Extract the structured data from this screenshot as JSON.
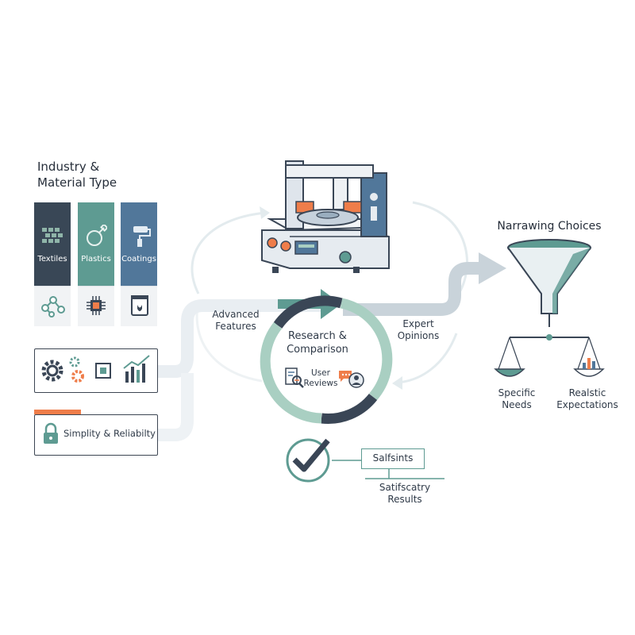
{
  "industry": {
    "heading_line1": "Industry &",
    "heading_line2": "Material Type",
    "columns": [
      {
        "label": "Textiles",
        "color": "#394756"
      },
      {
        "label": "Plastics",
        "color": "#5e9b92"
      },
      {
        "label": "Coatings",
        "color": "#51779a"
      }
    ]
  },
  "simplicity": {
    "label": "Simplity & Reliabilty",
    "accent": "#ef7d4a"
  },
  "flow": {
    "advanced_line1": "Advanced",
    "advanced_line2": "Features",
    "expert_line1": "Expert",
    "expert_line2": "Opinions"
  },
  "research": {
    "title_line1": "Research &",
    "title_line2": "Comparison",
    "reviews_line1": "User",
    "reviews_line2": "Reviews"
  },
  "narrowing": {
    "heading": "Narrawing Choices",
    "left_line1": "Specific",
    "left_line2": "Needs",
    "right_line1": "Realstic",
    "right_line2": "Expectations"
  },
  "result": {
    "box_label": "Salfsints",
    "line1": "Satifscatry",
    "line2": "Results"
  },
  "colors": {
    "navy": "#3a4656",
    "teal": "#5e9b92",
    "blue": "#51779a",
    "orange": "#ef7d4a",
    "light": "#dfe7ec"
  }
}
